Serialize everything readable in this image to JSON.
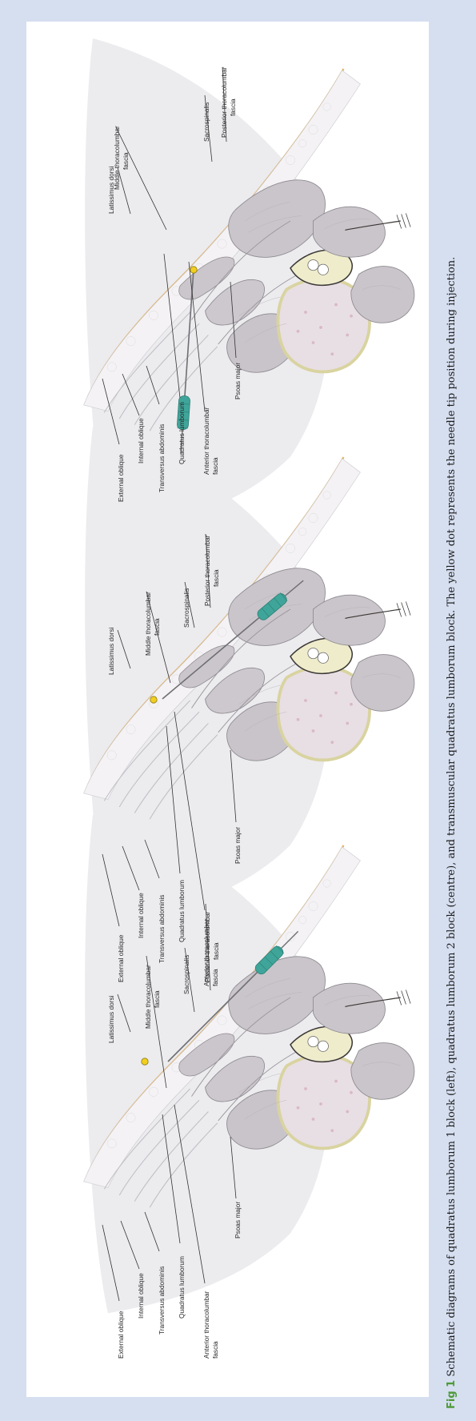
{
  "figure": {
    "panels": [
      {
        "id": "ql1",
        "labels": {
          "external_oblique": "External oblique",
          "internal_oblique": "Internal oblique",
          "transversus_abdominis": "Transversus abdominis",
          "quadratus_lumborum": "Quadratus lumborum",
          "anterior_tlf_1": "Anterior thoracolumbar",
          "anterior_tlf_2": "fascia",
          "psoas_major": "Psoas major",
          "latissimus_dorsi": "Latissimus dorsi",
          "middle_tlf_1": "Middle thoracolumbar",
          "middle_tlf_2": "fascia",
          "sacrospinalis": "Sacrospinalis",
          "posterior_tlf_1": "Posterior thoracolumbar",
          "posterior_tlf_2": "fascia"
        }
      },
      {
        "id": "ql2",
        "labels": {
          "external_oblique": "External oblique",
          "internal_oblique": "Internal oblique",
          "transversus_abdominis": "Transversus abdominis",
          "quadratus_lumborum": "Quadratus lumborum",
          "anterior_tlf_1": "Anterior thoracolumbar",
          "anterior_tlf_2": "fascia",
          "psoas_major": "Psoas major",
          "latissimus_dorsi": "Latissimus dorsi",
          "middle_tlf_1": "Middle thoracolumbar",
          "middle_tlf_2": "fascia",
          "sacrospinalis": "Sacrospinalis",
          "posterior_tlf_1": "Posterior thoracolumbar",
          "posterior_tlf_2": "fascia"
        }
      },
      {
        "id": "transmuscular",
        "labels": {
          "external_oblique": "External oblique",
          "internal_oblique": "Internal oblique",
          "transversus_abdominis": "Transversus abdominis",
          "quadratus_lumborum": "Quadratus lumborum",
          "anterior_tlf_1": "Anterior thoracolumbar",
          "anterior_tlf_2": "fascia",
          "psoas_major": "Psoas major",
          "latissimus_dorsi": "Latissimus dorsi",
          "middle_tlf_1": "Middle thoracolumbar",
          "middle_tlf_2": "fascia",
          "sacrospinalis": "Sacrospinalis",
          "posterior_tlf_1": "Posterior thoracolumbar",
          "posterior_tlf_2": "fascia"
        }
      }
    ],
    "colors": {
      "page_background": "#d6dff0",
      "panel_background": "#ffffff",
      "needle_tip_dot": "#f2cf1f",
      "syringe_hub": "#3fa59a",
      "muscle": "#c9c4c8",
      "bone_cortex": "#ece8c8",
      "caption_label": "#4e9a3a"
    }
  },
  "caption": {
    "label": "Fig 1",
    "text": " Schematic diagrams of quadratus lumborum 1 block (left), quadratus lumborum 2 block (centre), and transmuscular quadratus lumborum block. The yellow dot represents the needle tip position during injection."
  }
}
